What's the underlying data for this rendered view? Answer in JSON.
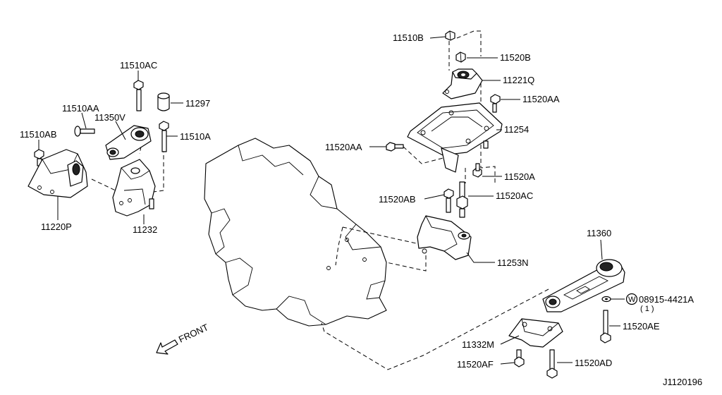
{
  "diagram": {
    "code": "J1120196",
    "front_label": "FRONT",
    "parts": {
      "p11510B": "11510B",
      "p11520B": "11520B",
      "p11221Q": "11221Q",
      "p11520AA_top": "11520AA",
      "p11254": "11254",
      "p11520AA_left": "11520AA",
      "p11520A": "11520A",
      "p11520AB": "11520AB",
      "p11520AC": "11520AC",
      "p11253N": "11253N",
      "p11510AC": "11510AC",
      "p11510AA": "11510AA",
      "p11350V": "11350V",
      "p11297": "11297",
      "p11510AB": "11510AB",
      "p11510A": "11510A",
      "p11220P": "11220P",
      "p11232": "11232",
      "p11360": "11360",
      "p08915": "08915-4421A",
      "p08915_qty": "( 1 )",
      "p08915_marker": "W",
      "p11520AE": "11520AE",
      "p11332M": "11332M",
      "p11520AF": "11520AF",
      "p11520AD": "11520AD"
    }
  }
}
